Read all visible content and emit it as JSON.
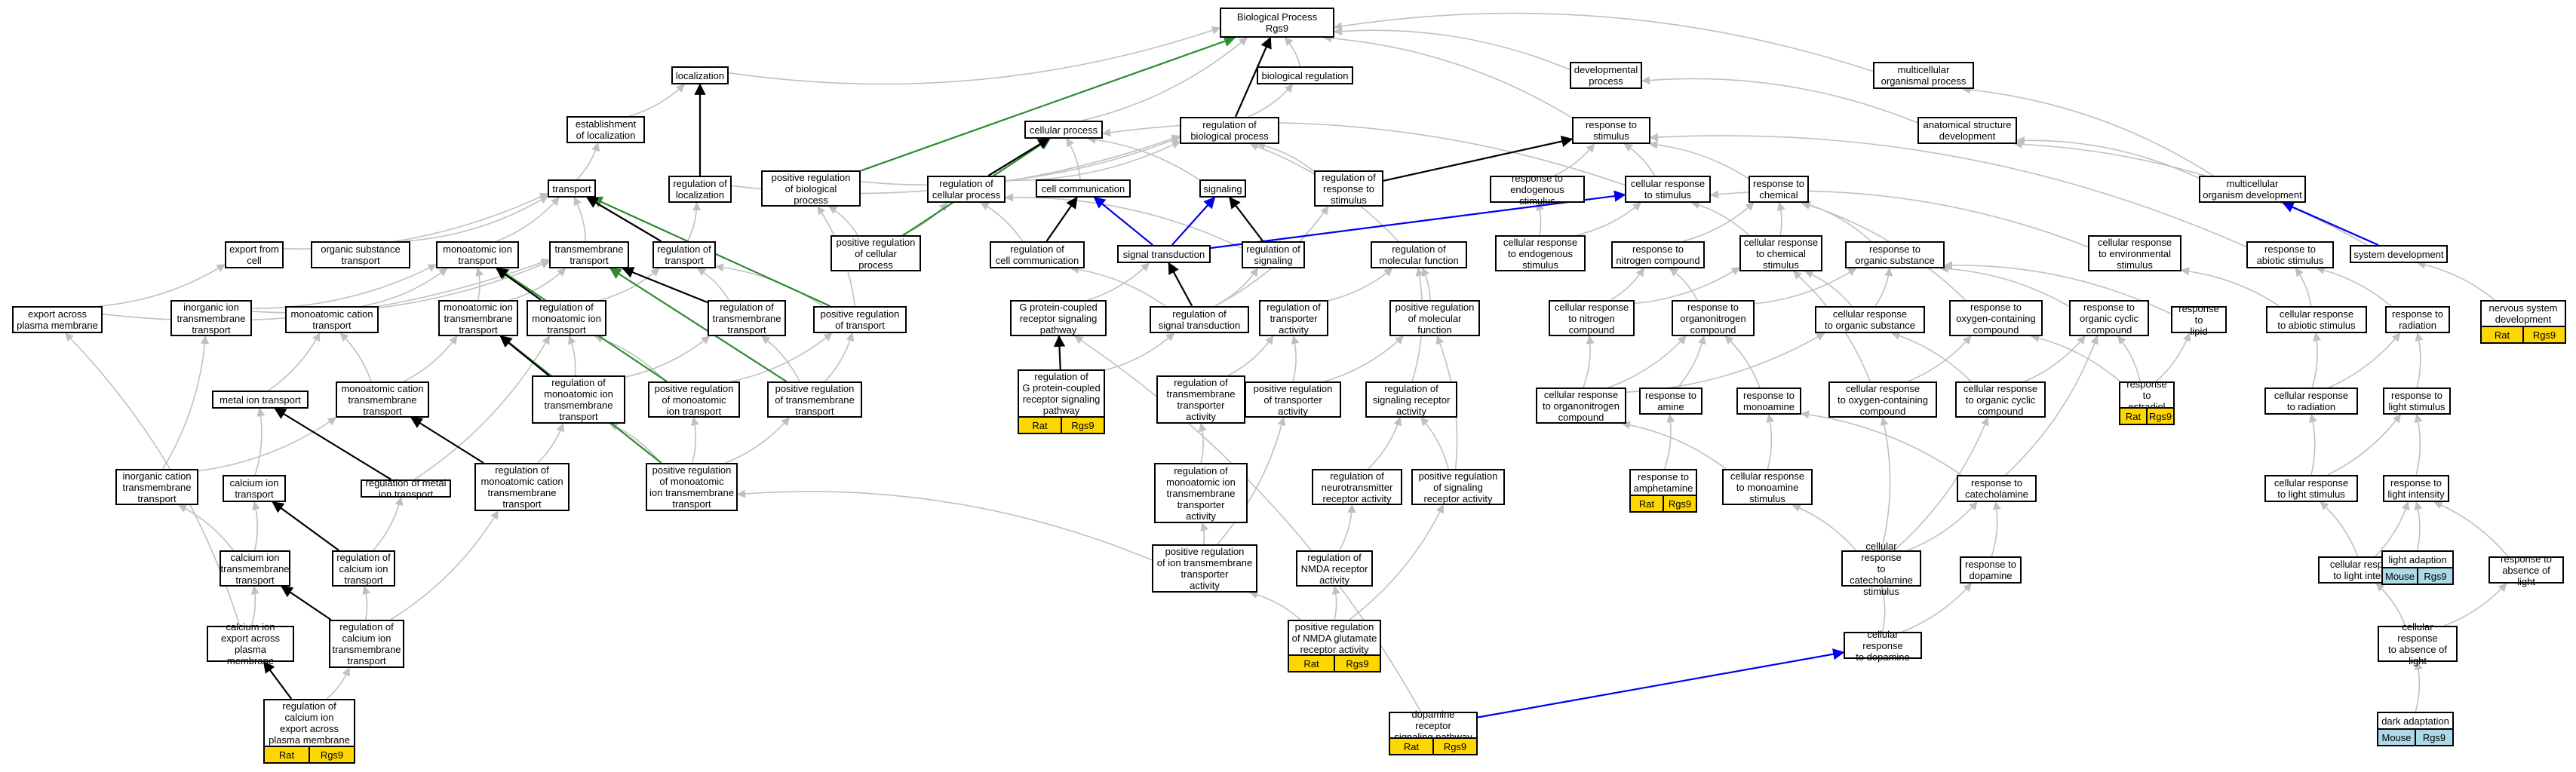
{
  "nodes": [
    {
      "id": "bp",
      "label": "Biological Process\nRgs9"
    },
    {
      "id": "localization",
      "label": "localization"
    },
    {
      "id": "bioreg",
      "label": "biological regulation"
    },
    {
      "id": "devproc",
      "label": "developmental\nprocess"
    },
    {
      "id": "multiorg",
      "label": "multicellular\norganismal process"
    },
    {
      "id": "estloc",
      "label": "establishment\nof localization"
    },
    {
      "id": "cellproc",
      "label": "cellular process"
    },
    {
      "id": "regbio",
      "label": "regulation of\nbiological process"
    },
    {
      "id": "respstim",
      "label": "response to\nstimulus"
    },
    {
      "id": "anatdev",
      "label": "anatomical structure\ndevelopment"
    },
    {
      "id": "transport",
      "label": "transport"
    },
    {
      "id": "regloc",
      "label": "regulation of\nlocalization"
    },
    {
      "id": "posregbio",
      "label": "positive regulation\nof biological\nprocess"
    },
    {
      "id": "regcellproc",
      "label": "regulation of\ncellular process"
    },
    {
      "id": "cellcomm",
      "label": "cell communication"
    },
    {
      "id": "signaling",
      "label": "signaling"
    },
    {
      "id": "regrespstim",
      "label": "regulation of\nresponse to\nstimulus"
    },
    {
      "id": "respendo",
      "label": "response to\nendogenous stimulus"
    },
    {
      "id": "cellrespstim",
      "label": "cellular response\nto stimulus"
    },
    {
      "id": "respchem",
      "label": "response to\nchemical"
    },
    {
      "id": "multiorgdev",
      "label": "multicellular\norganism development"
    },
    {
      "id": "exportcell",
      "label": "export from\ncell"
    },
    {
      "id": "orgsubtrans",
      "label": "organic substance\ntransport"
    },
    {
      "id": "monoiontrans",
      "label": "monoatomic ion\ntransport"
    },
    {
      "id": "tmtrans",
      "label": "transmembrane\ntransport"
    },
    {
      "id": "regtrans",
      "label": "regulation of\ntransport"
    },
    {
      "id": "posregcell",
      "label": "positive regulation\nof cellular\nprocess"
    },
    {
      "id": "regcellcomm",
      "label": "regulation of\ncell communication"
    },
    {
      "id": "sigtrans",
      "label": "signal transduction"
    },
    {
      "id": "regsig",
      "label": "regulation of\nsignaling"
    },
    {
      "id": "regmolfun",
      "label": "regulation of\nmolecular function"
    },
    {
      "id": "cellrespendo",
      "label": "cellular response\nto endogenous\nstimulus"
    },
    {
      "id": "respnitro",
      "label": "response to\nnitrogen compound"
    },
    {
      "id": "cellrespchem",
      "label": "cellular response\nto chemical\nstimulus"
    },
    {
      "id": "resporgsub",
      "label": "response to\norganic substance"
    },
    {
      "id": "cellrespenv",
      "label": "cellular response\nto environmental\nstimulus"
    },
    {
      "id": "respabio",
      "label": "response to\nabiotic stimulus"
    },
    {
      "id": "sysdev",
      "label": "system development"
    },
    {
      "id": "exportplasma",
      "label": "export across\nplasma membrane"
    },
    {
      "id": "inorgiontm",
      "label": "inorganic ion\ntransmembrane\ntransport"
    },
    {
      "id": "monocattrans",
      "label": "monoatomic cation\ntransport"
    },
    {
      "id": "monoiontm",
      "label": "monoatomic ion\ntransmembrane\ntransport"
    },
    {
      "id": "regmonoiontrans",
      "label": "regulation of\nmonoatomic ion\ntransport"
    },
    {
      "id": "regtmtrans",
      "label": "regulation of\ntransmembrane\ntransport"
    },
    {
      "id": "posregtrans",
      "label": "positive regulation\nof transport"
    },
    {
      "id": "gpcr",
      "label": "G protein-coupled\nreceptor signaling\npathway"
    },
    {
      "id": "regsigtrans",
      "label": "regulation of\nsignal transduction"
    },
    {
      "id": "regtransact",
      "label": "regulation of\ntransporter\nactivity"
    },
    {
      "id": "posregmolfun",
      "label": "positive regulation\nof molecular\nfunction"
    },
    {
      "id": "cellrespnitro",
      "label": "cellular response\nto nitrogen\ncompound"
    },
    {
      "id": "resporgnitro",
      "label": "response to\norganonitrogen\ncompound"
    },
    {
      "id": "cellresporgsub",
      "label": "cellular response\nto organic substance"
    },
    {
      "id": "respoxy",
      "label": "response to\noxygen-containing\ncompound"
    },
    {
      "id": "resporgcyc",
      "label": "response to\norganic cyclic\ncompound"
    },
    {
      "id": "resplipid",
      "label": "response to\nlipid"
    },
    {
      "id": "cellrespabio",
      "label": "cellular response\nto abiotic stimulus"
    },
    {
      "id": "respradiation",
      "label": "response to\nradiation"
    },
    {
      "id": "nervsysdev",
      "label": "nervous system\ndevelopment"
    },
    {
      "id": "metaliontrans",
      "label": "metal ion transport"
    },
    {
      "id": "monocattm",
      "label": "monoatomic cation\ntransmembrane\ntransport"
    },
    {
      "id": "regmonoiontm",
      "label": "regulation of\nmonoatomic ion\ntransmembrane\ntransport"
    },
    {
      "id": "posregmonoion",
      "label": "positive regulation\nof monoatomic\nion transport"
    },
    {
      "id": "posregtm",
      "label": "positive regulation\nof transmembrane\ntransport"
    },
    {
      "id": "reggpcr",
      "label": "regulation of\nG protein-coupled\nreceptor signaling\npathway"
    },
    {
      "id": "regtmtransact",
      "label": "regulation of\ntransmembrane\ntransporter\nactivity"
    },
    {
      "id": "posregtransact",
      "label": "positive regulation\nof transporter\nactivity"
    },
    {
      "id": "regsigrec",
      "label": "regulation of\nsignaling receptor\nactivity"
    },
    {
      "id": "cellresporgnitro",
      "label": "cellular response\nto organonitrogen\ncompound"
    },
    {
      "id": "respamine",
      "label": "response to\namine"
    },
    {
      "id": "respmonoamine",
      "label": "response to\nmonoamine"
    },
    {
      "id": "cellrespoxy",
      "label": "cellular response\nto oxygen-containing\ncompound"
    },
    {
      "id": "cellresporgcyc",
      "label": "cellular response\nto organic cyclic\ncompound"
    },
    {
      "id": "respestradiol",
      "label": "response to\nestradiol"
    },
    {
      "id": "cellresprad",
      "label": "cellular response\nto radiation"
    },
    {
      "id": "resplight",
      "label": "response to\nlight stimulus"
    },
    {
      "id": "inorgcattm",
      "label": "inorganic cation\ntransmembrane\ntransport"
    },
    {
      "id": "calciontrans",
      "label": "calcium ion\ntransport"
    },
    {
      "id": "regmetalion",
      "label": "regulation of metal ion transport"
    },
    {
      "id": "regmonocattm",
      "label": "regulation of\nmonoatomic cation\ntransmembrane\ntransport"
    },
    {
      "id": "posregmonoiontm",
      "label": "positive regulation\nof monoatomic\nion transmembrane\ntransport"
    },
    {
      "id": "regmonoiontmact",
      "label": "regulation of\nmonoatomic ion\ntransmembrane\ntransporter\nactivity"
    },
    {
      "id": "regneuro",
      "label": "regulation of\nneurotransmitter\nreceptor activity"
    },
    {
      "id": "posregsigrec",
      "label": "positive regulation\nof signaling\nreceptor activity"
    },
    {
      "id": "respamphet",
      "label": "response to\namphetamine"
    },
    {
      "id": "cellrespmono",
      "label": "cellular response\nto monoamine\nstimulus"
    },
    {
      "id": "respcatechol",
      "label": "response to\ncatecholamine"
    },
    {
      "id": "cellresplight",
      "label": "cellular response\nto light stimulus"
    },
    {
      "id": "resplightint",
      "label": "response to\nlight intensity"
    },
    {
      "id": "calciontm",
      "label": "calcium ion\ntransmembrane\ntransport"
    },
    {
      "id": "regcalcion",
      "label": "regulation of\ncalcium ion\ntransport"
    },
    {
      "id": "posregiontmact",
      "label": "positive regulation\nof ion transmembrane\ntransporter\nactivity"
    },
    {
      "id": "regnmda",
      "label": "regulation of\nNMDA receptor\nactivity"
    },
    {
      "id": "cellrespcatechol",
      "label": "cellular response\nto catecholamine\nstimulus"
    },
    {
      "id": "respdopamine",
      "label": "response to\ndopamine"
    },
    {
      "id": "cellresplightint",
      "label": "cellular response\nto light intensity"
    },
    {
      "id": "lightadapt",
      "label": "light adaption"
    },
    {
      "id": "respabsencelight",
      "label": "response to\nabsence of light"
    },
    {
      "id": "calcionexport",
      "label": "calcium ion\nexport across\nplasma membrane"
    },
    {
      "id": "regcaliontm",
      "label": "regulation of\ncalcium ion\ntransmembrane\ntransport"
    },
    {
      "id": "posregnmda",
      "label": "positive regulation\nof NMDA glutamate\nreceptor activity"
    },
    {
      "id": "cellrespdopamine",
      "label": "cellular response\nto dopamine"
    },
    {
      "id": "cellrespabsence",
      "label": "cellular response\nto absence of\nlight"
    },
    {
      "id": "regcalcionexport",
      "label": "regulation of\ncalcium ion\nexport across\nplasma membrane"
    },
    {
      "id": "dopaminesig",
      "label": "dopamine receptor\nsignaling pathway"
    },
    {
      "id": "darkadapt",
      "label": "dark adaptation"
    }
  ],
  "annotations": [
    {
      "node": "reggpcr",
      "species": "Rat",
      "gene": "Rgs9"
    },
    {
      "node": "nervsysdev",
      "species": "Rat",
      "gene": "Rgs9"
    },
    {
      "node": "respestradiol",
      "species": "Rat",
      "gene": "Rgs9"
    },
    {
      "node": "respamphet",
      "species": "Rat",
      "gene": "Rgs9"
    },
    {
      "node": "lightadapt",
      "species": "Mouse",
      "gene": "Rgs9"
    },
    {
      "node": "posregnmda",
      "species": "Rat",
      "gene": "Rgs9"
    },
    {
      "node": "regcalcionexport",
      "species": "Rat",
      "gene": "Rgs9"
    },
    {
      "node": "dopaminesig",
      "species": "Rat",
      "gene": "Rgs9"
    },
    {
      "node": "darkadapt",
      "species": "Mouse",
      "gene": "Rgs9"
    }
  ],
  "edge_colors": {
    "is_a": "#c0c0c0",
    "regulates": "#000000",
    "positively_regulates": "#2e8b2e",
    "part_of": "#0000ee"
  },
  "colors": {
    "rat_annotation": "#ffd700",
    "mouse_annotation": "#add8e6"
  }
}
